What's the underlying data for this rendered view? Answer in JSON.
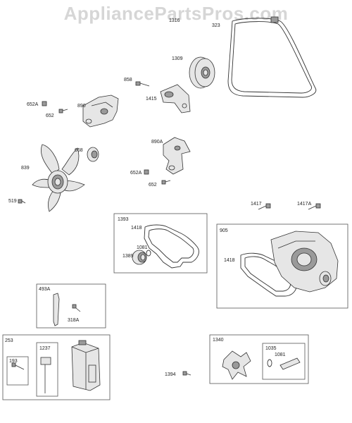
{
  "watermark": "AppliancePartsPros.com",
  "labels": {
    "p1316": "1316",
    "p323": "323",
    "p1309": "1309",
    "p858": "858",
    "p1415": "1415",
    "p652A_top": "652A",
    "p890": "890",
    "p652_top": "652",
    "p668": "668",
    "p839": "839",
    "p890A": "890A",
    "p652A_mid": "652A",
    "p652_mid": "652",
    "p519": "519",
    "p1417": "1417",
    "p1417A": "1417A",
    "p1393": "1393",
    "p1418_a": "1418",
    "p1081_a": "1081",
    "p1389": "1389",
    "p905": "905",
    "p1418_b": "1418",
    "p493A": "493A",
    "p318A": "318A",
    "p253": "253",
    "p1237": "1237",
    "p193": "193",
    "p1340": "1340",
    "p1035": "1035",
    "p1081_b": "1081",
    "p1394": "1394"
  }
}
